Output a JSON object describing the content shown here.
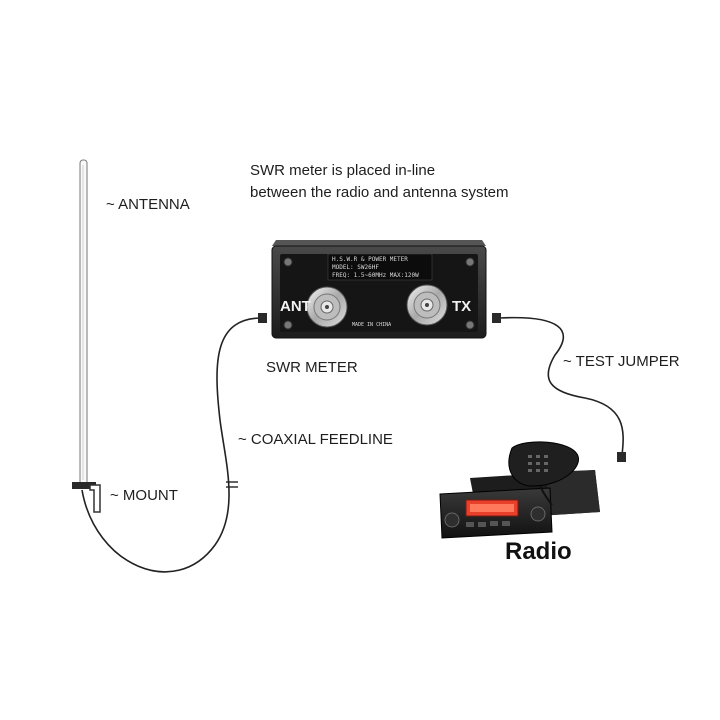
{
  "caption": {
    "line1": "SWR meter is placed in-line",
    "line2": "between the radio and antenna system"
  },
  "labels": {
    "antenna": "~ ANTENNA",
    "mount": "~ MOUNT",
    "swr_meter": "SWR METER",
    "coaxial_feedline": "~ COAXIAL FEEDLINE",
    "test_jumper": "~ TEST JUMPER",
    "radio": "Radio"
  },
  "meter": {
    "port_ant": "ANT",
    "port_tx": "TX",
    "panel_line1": "H.S.W.R & POWER METER",
    "panel_line2": "MODEL: SW26HF",
    "panel_line3": "FREQ: 1.5~60MHz   MAX:120W",
    "made_in": "MADE IN CHINA"
  },
  "colors": {
    "meter_body": "#2a2a2a",
    "meter_face": "#141414",
    "radio_display": "#e8402a",
    "cable": "#222222",
    "connector": "#c9c9c9"
  }
}
